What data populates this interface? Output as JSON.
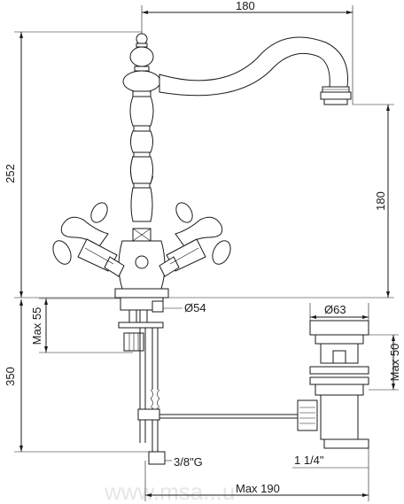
{
  "dimensions": {
    "spout_reach": "180",
    "total_height": "252",
    "spout_height": "180",
    "base_diameter": "Ø54",
    "max_thickness": "Max 55",
    "below_height": "350",
    "thread": "3/8\"G",
    "waste_diameter": "Ø63",
    "waste_max": "Max 50",
    "waste_thread": "1 1/4\"",
    "rod_max": "Max 190"
  },
  "watermark": "www.msa...u"
}
